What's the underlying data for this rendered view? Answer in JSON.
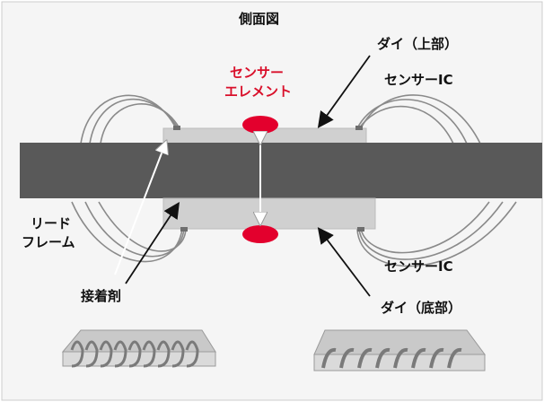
{
  "title": "側面図",
  "labels": {
    "die_top": "ダイ（上部）",
    "sensor_ic_top": "センサーIC",
    "sensor_element_line1": "センサー",
    "sensor_element_line2": "エレメント",
    "lead_frame_line1": "リード",
    "lead_frame_line2": "フレーム",
    "sensor_ic_bottom": "センサーIC",
    "adhesive": "接着剤",
    "die_bottom": "ダイ（底部）"
  },
  "colors": {
    "lead_frame": "#595959",
    "die": "#cfcfcf",
    "sensor_element": "#e3002d",
    "accent_text": "#d90f2a",
    "background_panel": "#f4f4f4"
  }
}
